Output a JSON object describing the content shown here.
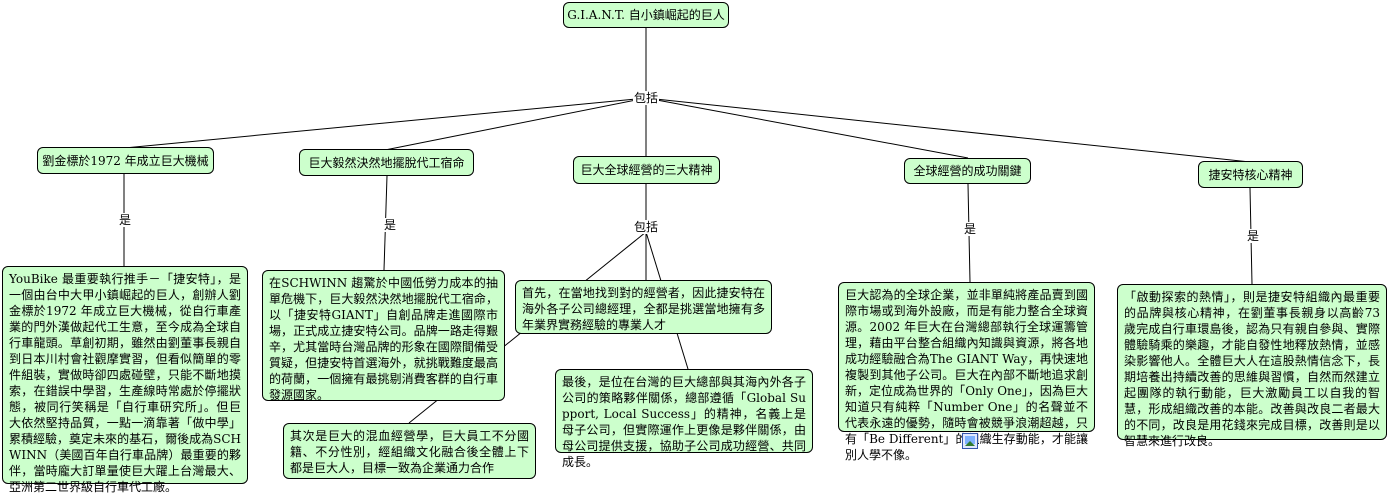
{
  "root": {
    "label": "G.I.A.N.T. 自小鎮崛起的巨人"
  },
  "root_link": {
    "label": "包括"
  },
  "topics": [
    {
      "label": "劉金標於1972 年成立巨大機械",
      "link": "是",
      "detail": "YouBike 最重要執行推手－「捷安特」，是一個由台中大甲小鎮崛起的巨人，創辦人劉金標於1972 年成立巨大機械，從自行車產業的門外漢做起代工生意，至今成為全球自行車龍頭。草創初期，雖然由劉董事長親自到日本川村會社觀摩實習，但看似簡單的零件組裝，實做時卻四處碰壁，只能不斷地摸索，在錯誤中學習，生產線時常處於停擺狀態，被同行笑稱是「自行車研究所」。但巨大依然堅持品質，一點一滴靠著「做中學」累積經驗，奠定未來的基石，爾後成為SCHWINN（美國百年自行車品牌）最重要的夥伴，當時龐大訂單量使巨大躍上台灣最大、亞洲第二世界級自行車代工廠。"
    },
    {
      "label": "巨大毅然決然地擺脫代工宿命",
      "link": "是",
      "detail": "在SCHWINN 趨驚於中國低勞力成本的抽單危機下，巨大毅然決然地擺脫代工宿命，以「捷安特GIANT」自創品牌走進國際市場，正式成立捷安特公司。品牌一路走得艱辛，尤其當時台灣品牌的形象在國際間備受質疑，但捷安特首選海外，就挑戰難度最高的荷蘭，一個擁有最挑剔消費客群的自行車發源國家。"
    },
    {
      "label": "巨大全球經營的三大精神",
      "link": "包括",
      "details": [
        "首先，在當地找到對的經營者，因此捷安特在海外各子公司總經理，全都是挑選當地擁有多年業界實務經驗的專業人才",
        "其次是巨大的混血經營學，巨大員工不分國籍、不分性別，經組織文化融合後全體上下都是巨大人，目標一致為企業通力合作",
        "最後，是位在台灣的巨大總部與其海內外各子公司的策略夥伴關係，總部遵循「Global Support, Local Success」的精神，名義上是母子公司，但實際運作上更像是夥伴關係，由母公司提供支援，協助子公司成功經營、共同成長。"
      ]
    },
    {
      "label": "全球經營的成功關鍵",
      "link": "是",
      "detail": "巨大認為的全球企業，並非單純將產品賣到國際市場或到海外設廠，而是有能力整合全球資源。2002 年巨大在台灣總部執行全球運籌管理，藉由平台整合組織內知識與資源，將各地成功經驗融合為The GIANT Way，再快速地複製到其他子公司。巨大在內部不斷地追求創新，定位成為世界的「Only One」，因為巨大知道只有純粹「Number One」的名聲並不代表永遠的優勢，隨時會被競爭浪潮超越，只有「Be Different」的組織生存動能，才能讓別人學不像。"
    },
    {
      "label": "捷安特核心精神",
      "link": "是",
      "detail": "「啟動探索的熱情」，則是捷安特組織內最重要的品牌與核心精神，在劉董事長親身以高齡73 歲完成自行車環島後，認為只有親自參與、實際體驗騎乘的樂趣，才能自發性地釋放熱情，並感染影響他人。全體巨大人在這股熱情信念下，長期培養出持續改善的思維與習慣，自然而然建立起團隊的執行動能，巨大激勵員工以自我的智慧，形成組織改善的本能。改善與改良二者最大的不同，改良是用花錢來完成目標，改善則是以智慧來進行改良。"
    }
  ],
  "icons": {
    "attached_image": "image-icon"
  },
  "colors": {
    "node_fill": "#ccffcc",
    "node_border": "#000000",
    "link_line": "#000000"
  }
}
